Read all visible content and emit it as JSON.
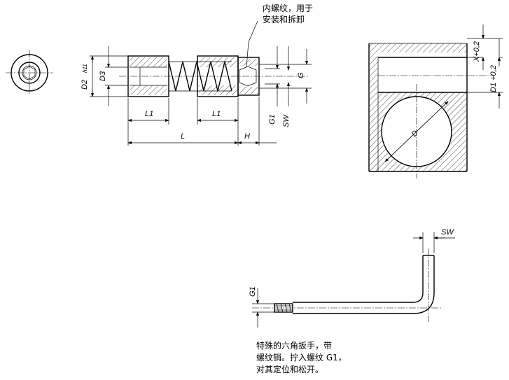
{
  "notes": {
    "thread_note": [
      "内螺纹，用于",
      "安装和拆卸"
    ],
    "wrench_note": [
      "特殊的六角扳手，带",
      "螺纹销。拧入螺纹 G1，",
      "对其定位和松开。"
    ]
  },
  "labels": {
    "D2": "D2",
    "D2_tol": "h11",
    "D3": "D3",
    "G": "G",
    "G1": "G1",
    "SW": "SW",
    "L1": "L1",
    "L": "L",
    "H": "H",
    "X_tol": "X+0,2",
    "D1_tol": "D1 +0,2",
    "D": "D"
  }
}
